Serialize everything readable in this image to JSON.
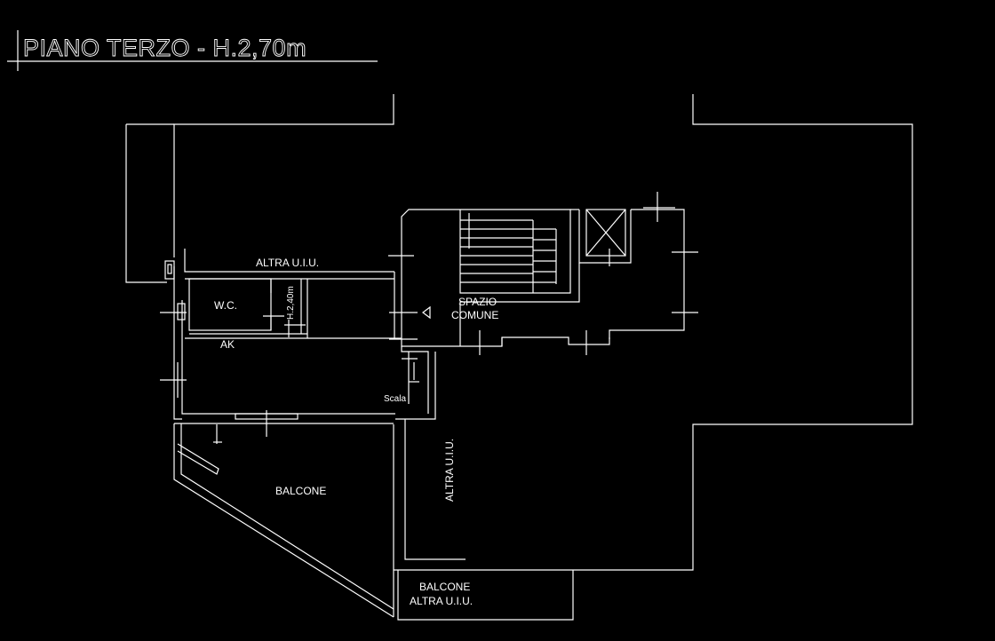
{
  "title": "PIANO TERZO - H.2,70m",
  "rooms": {
    "wc": "W.C.",
    "wc_height": "H.2,40m",
    "ak": "AK",
    "spazio_comune": [
      "SPAZIO",
      "COMUNE"
    ],
    "balcone": "BALCONE",
    "balcone_altra": [
      "BALCONE",
      "ALTRA U.I.U."
    ],
    "altra_top": "ALTRA U.I.U.",
    "altra_side": "ALTRA U.I.U.",
    "scala": "Scala"
  },
  "colors": {
    "background": "#000000",
    "line": "#ffffff"
  }
}
